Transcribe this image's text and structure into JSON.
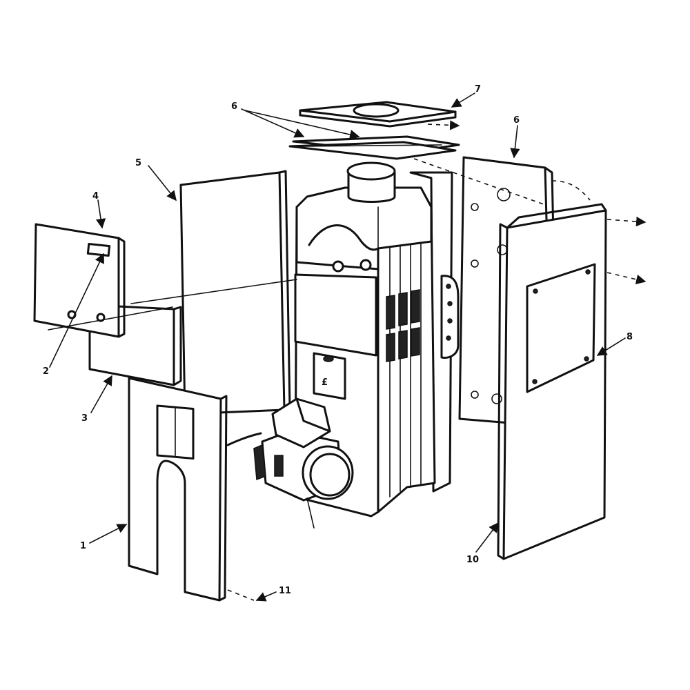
{
  "callouts": {
    "c1": "1",
    "c2": "2",
    "c3": "3",
    "c4": "4",
    "c5": "5",
    "c6a": "6",
    "c6b": "6",
    "c7": "7",
    "c8": "8",
    "c10": "10",
    "c11": "11",
    "c_label": "£"
  },
  "icons": {
    "arrow": "filled-triangle-arrowhead"
  },
  "colors": {
    "ink": "#111111",
    "paper": "#ffffff"
  }
}
